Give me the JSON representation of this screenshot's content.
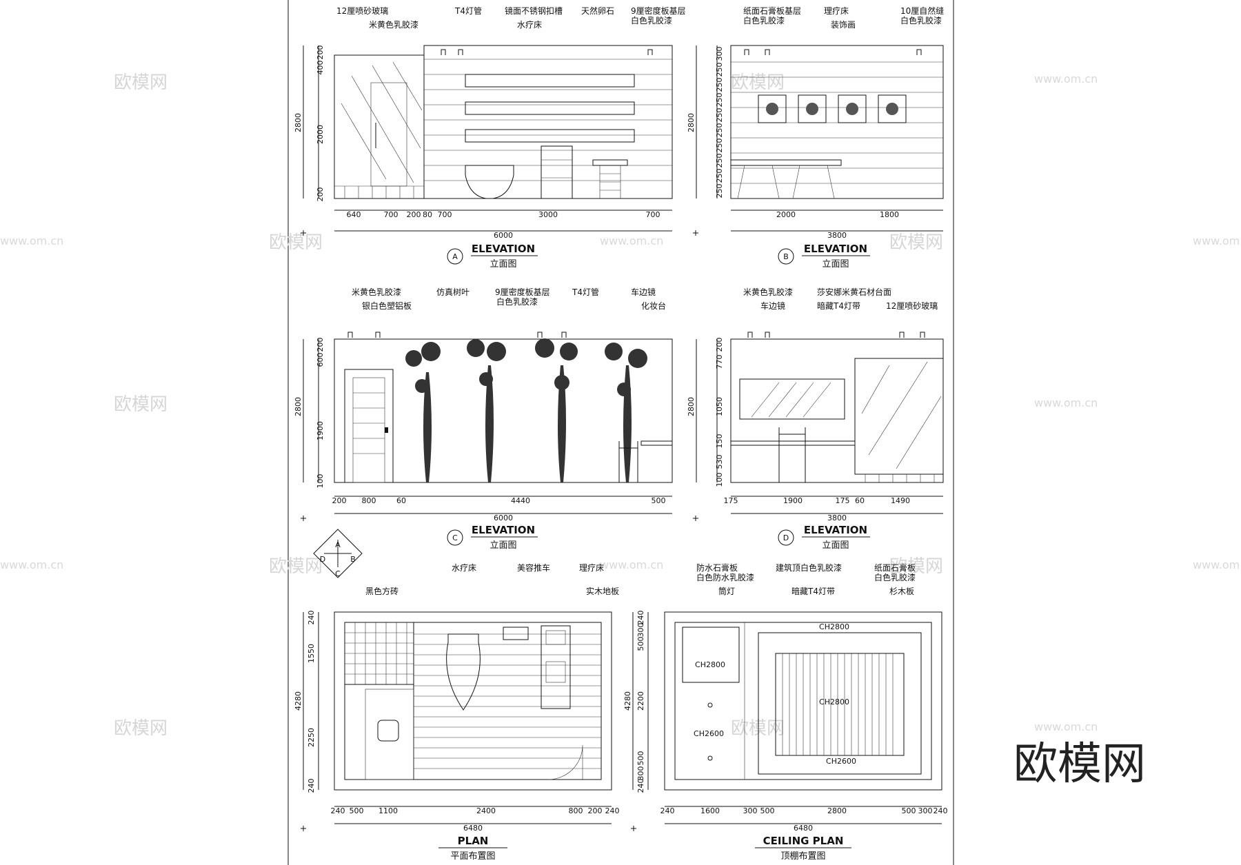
{
  "watermark": {
    "logo_text": "欧模网",
    "url_text": "www.om.cn",
    "big_text": "欧模网"
  },
  "elevation_a": {
    "title": "ELEVATION",
    "subtitle": "立面图",
    "marker": "A",
    "labels": [
      "12厘喷砂玻璃",
      "米黄色乳胶漆",
      "T4灯管",
      "镜面不锈钢扣槽",
      "水疗床",
      "天然卵石",
      "9厘密度板基层",
      "白色乳胶漆"
    ],
    "v_dims": [
      "200",
      "400",
      "2000",
      "200"
    ],
    "v_total": "2800",
    "h_dims": [
      "640",
      "700",
      "200",
      "80",
      "700",
      "3000",
      "700"
    ],
    "h_total": "6000"
  },
  "elevation_b": {
    "title": "ELEVATION",
    "subtitle": "立面图",
    "marker": "B",
    "labels": [
      "纸面石膏板基层",
      "白色乳胶漆",
      "理疗床",
      "装饰画",
      "10厘自然缝",
      "白色乳胶漆"
    ],
    "v_dims": [
      "300",
      "250",
      "250",
      "250",
      "250",
      "250",
      "250",
      "250",
      "250",
      "250"
    ],
    "v_total": "2800",
    "h_dims": [
      "2000",
      "1800"
    ],
    "h_total": "3800"
  },
  "elevation_c": {
    "title": "ELEVATION",
    "subtitle": "立面图",
    "marker": "C",
    "labels": [
      "米黄色乳胶漆",
      "银白色塑铝板",
      "仿真树叶",
      "9厘密度板基层",
      "白色乳胶漆",
      "T4灯管",
      "车边镜",
      "化妆台"
    ],
    "v_dims": [
      "200",
      "600",
      "1900",
      "100"
    ],
    "v_total": "2800",
    "h_dims": [
      "200",
      "800",
      "60",
      "4440",
      "500"
    ],
    "h_total": "6000"
  },
  "elevation_d": {
    "title": "ELEVATION",
    "subtitle": "立面图",
    "marker": "D",
    "labels": [
      "米黄色乳胶漆",
      "车边镜",
      "莎安娜米黄石材台面",
      "暗藏T4灯带",
      "12厘喷砂玻璃"
    ],
    "v_dims": [
      "200",
      "770",
      "1050",
      "150",
      "530",
      "100"
    ],
    "v_total": "2800",
    "h_dims": [
      "175",
      "1900",
      "175",
      "60",
      "1490"
    ],
    "h_total": "3800"
  },
  "plan": {
    "title": "PLAN",
    "subtitle": "平面布置图",
    "compass": [
      "A",
      "B",
      "C",
      "D"
    ],
    "labels": [
      "黑色方砖",
      "水疗床",
      "美容推车",
      "理疗床",
      "实木地板"
    ],
    "v_dims": [
      "240",
      "1550",
      "2250",
      "240"
    ],
    "v_total": "4280",
    "h_dims": [
      "240",
      "500",
      "1100",
      "2400",
      "800",
      "200",
      "240"
    ],
    "h_total": "6480"
  },
  "ceiling": {
    "title": "CEILING PLAN",
    "subtitle": "顶棚布置图",
    "labels": [
      "防水石膏板",
      "白色防水乳胶漆",
      "筒灯",
      "建筑顶白色乳胶漆",
      "暗藏T4灯带",
      "纸面石膏板",
      "白色乳胶漆",
      "杉木板"
    ],
    "heights": [
      "CH2800",
      "CH2800",
      "CH2800",
      "CH2600",
      "CH2600"
    ],
    "v_dims": [
      "240",
      "300",
      "500",
      "2200",
      "500",
      "300",
      "240"
    ],
    "v_total": "4280",
    "h_dims": [
      "240",
      "1600",
      "300",
      "500",
      "2800",
      "500",
      "300",
      "240"
    ],
    "h_total": "6480"
  }
}
